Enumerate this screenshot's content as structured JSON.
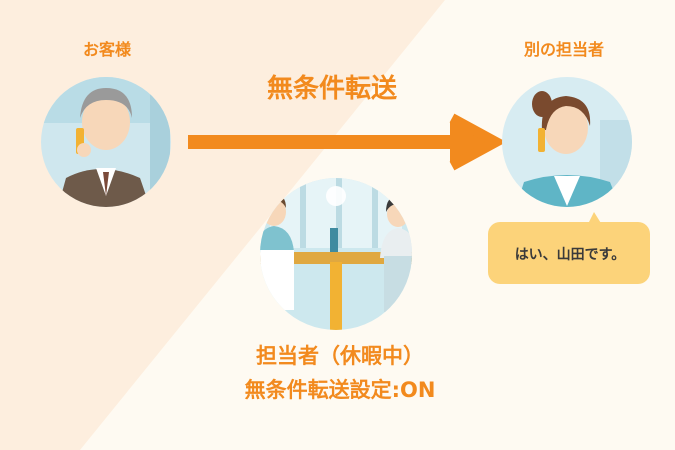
{
  "customer": {
    "label": "お客様"
  },
  "other_agent": {
    "label": "別の担当者",
    "speech": "はい、山田です。"
  },
  "transfer": {
    "label": "無条件転送"
  },
  "agent_status": {
    "line1": "担当者（休暇中）",
    "line2": "無条件転送設定:ON"
  },
  "colors": {
    "accent": "#f28a1e",
    "bg_light": "#fefaf2",
    "bg_peach": "#fdeede",
    "bubble": "#fcd37a",
    "sky": "#cfe7ee"
  }
}
